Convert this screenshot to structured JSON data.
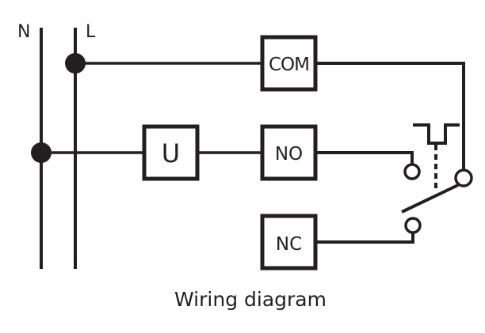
{
  "diagram": {
    "title": "Wiring diagram",
    "lines": {
      "neutral": "N",
      "live": "L"
    },
    "components": {
      "com": "COM",
      "load": "U",
      "no": "NO",
      "nc": "NC"
    },
    "colors": {
      "stroke": "#231f20",
      "background": "#ffffff"
    }
  }
}
